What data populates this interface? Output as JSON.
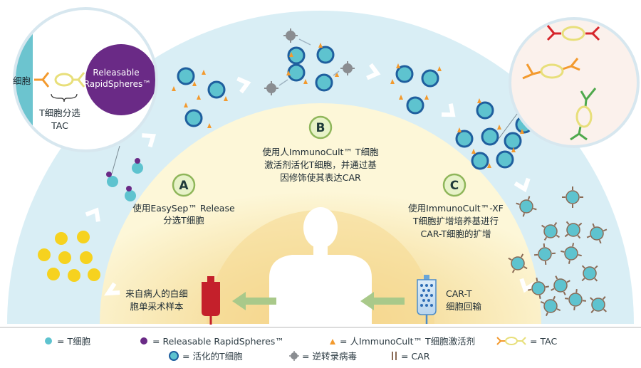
{
  "steps": {
    "a": {
      "letter": "A",
      "line1": "使用EasySep™ Release",
      "line2": "分选T细胞"
    },
    "b": {
      "letter": "B",
      "line1": "使用人ImmunoCult™ T细胞",
      "line2": "激活剂活化T细胞，并通过基",
      "line3": "因修饰使其表达CAR"
    },
    "c": {
      "letter": "C",
      "line1": "使用ImmunoCult™-XF",
      "line2": "T细胞扩增培养基进行",
      "line3": "CAR-T细胞的扩增"
    }
  },
  "sample": {
    "line1": "来自病人的白细",
    "line2": "胞单采术样本"
  },
  "infusion": {
    "line1": "CAR-T",
    "line2": "细胞回输"
  },
  "inset_left": {
    "cell_label": "细胞",
    "bead_line1": "Releasable",
    "bead_line2": "RapidSpheres™",
    "tac_line1": "T细胞分选",
    "tac_line2": "TAC"
  },
  "legend": {
    "t_cell": "= T细胞",
    "spheres": "= Releasable RapidSpheres™",
    "activator": "= 人ImmunoCult™ T细胞激活剂",
    "tac": "= TAC",
    "activated": "= 活化的T细胞",
    "virus": "= 逆转录病毒",
    "car": "= CAR"
  },
  "colors": {
    "outer_arc": "#d9eef5",
    "inner_arc": "#fdf7d8",
    "center_glow": "#f7e2a6",
    "t_cell": "#5ec3cf",
    "activated_ring": "#1f5f9e",
    "sphere": "#6a2a86",
    "activator": "#f39a2e",
    "virus": "#8a8d91",
    "yellow_cell": "#f6d21f",
    "car": "#8a6a55",
    "blood_bag": "#c4202b",
    "arrow_green": "#a9c98a"
  }
}
